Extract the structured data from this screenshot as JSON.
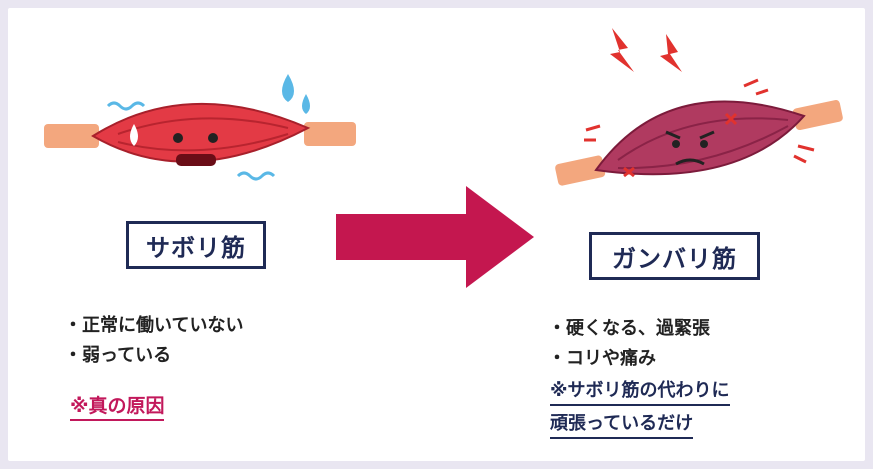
{
  "left": {
    "label": "サボリ筋",
    "bullets": [
      "・正常に働いていない",
      "・弱っている"
    ],
    "note": "※真の原因"
  },
  "right": {
    "label": "ガンバリ筋",
    "bullets": [
      "・硬くなる、過緊張",
      "・コリや痛み"
    ],
    "note_lines": [
      "※サボリ筋の代わりに",
      "頑張っているだけ"
    ]
  },
  "colors": {
    "navy": "#1f2a55",
    "accent_pink": "#c2185b",
    "arrow": "#c4174f",
    "muscle_red": "#e33a45",
    "muscle_purple": "#b03a60",
    "tendon": "#f3a77e",
    "sweat_blue": "#5ab8e6"
  }
}
